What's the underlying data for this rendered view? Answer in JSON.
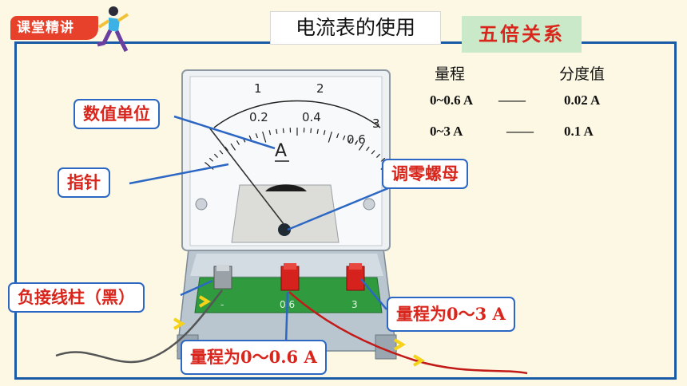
{
  "header": {
    "badge_label": "课堂精讲",
    "title": "电流表的使用",
    "tag": "五倍关系"
  },
  "range_table": {
    "col_range": "量程",
    "col_division": "分度值",
    "rows": [
      {
        "range": "0~0.6 A",
        "dash": "——",
        "division": "0.02 A"
      },
      {
        "range": "0~3 A",
        "dash": "——",
        "division": "0.1 A"
      }
    ]
  },
  "dial": {
    "upper_scale": [
      "1",
      "2",
      "3"
    ],
    "lower_scale": [
      "0.2",
      "0.4",
      "0.6"
    ],
    "unit": "A"
  },
  "terminals": [
    "-",
    "0.6",
    "3"
  ],
  "callouts": {
    "unit": "数值单位",
    "needle": "指针",
    "zero_adjust": "调零螺母",
    "negative": "负接线柱（黑）",
    "range_3": "量程为0～3 A",
    "range_06": "量程为0～0.6 A"
  }
}
